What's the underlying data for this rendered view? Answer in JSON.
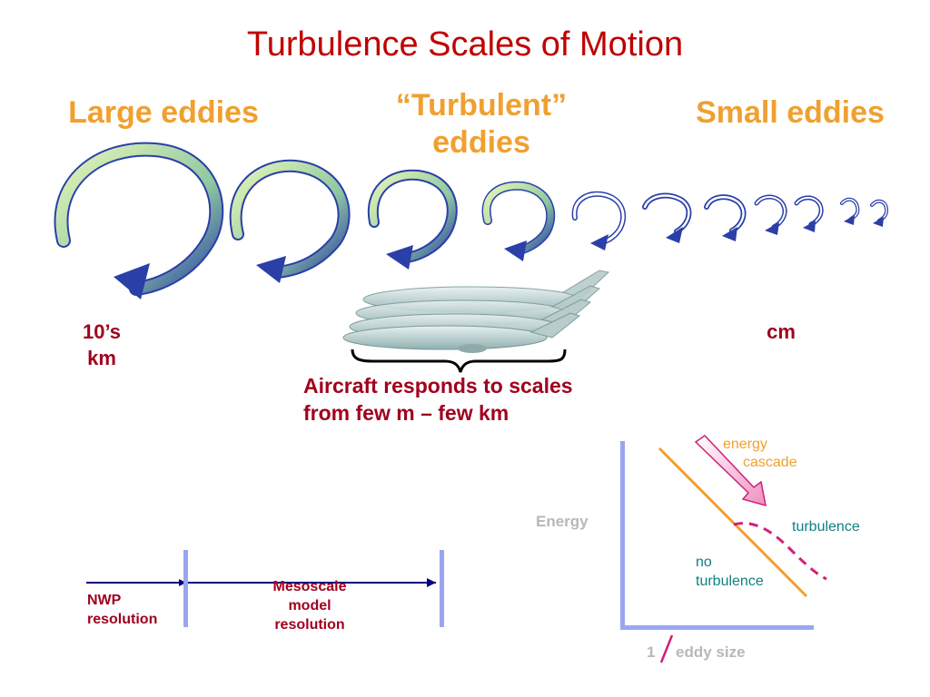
{
  "title": "Turbulence Scales of Motion",
  "headers": {
    "large": "Large eddies",
    "turbulent_line1": "“Turbulent”",
    "turbulent_line2": "eddies",
    "small": "Small eddies"
  },
  "scale_labels": {
    "large_line1": "10’s",
    "large_line2": "km",
    "small": "cm"
  },
  "aircraft_note": {
    "line1": "Aircraft responds to scales",
    "line2": "from few m – few km"
  },
  "resolution": {
    "nwp_line1": "NWP",
    "nwp_line2": "resolution",
    "meso_line1": "Mesoscale",
    "meso_line2": "model",
    "meso_line3": "resolution"
  },
  "spectrum": {
    "y_label": "Energy",
    "x_label_prefix": "1",
    "x_label": "eddy size",
    "cascade_line1": "energy",
    "cascade_line2": "cascade",
    "turbulence": "turbulence",
    "no_turbulence_line1": "no",
    "no_turbulence_line2": "turbulence"
  },
  "colors": {
    "title": "#c00000",
    "header": "#f0a030",
    "label_red": "#a0001e",
    "arrow_green": "#cfe89a",
    "arrow_blue": "#2a3fa8",
    "axis": "#9aa6f0",
    "spectrum_line": "#f0a030",
    "dash": "#d0207a",
    "teal": "#108080"
  }
}
